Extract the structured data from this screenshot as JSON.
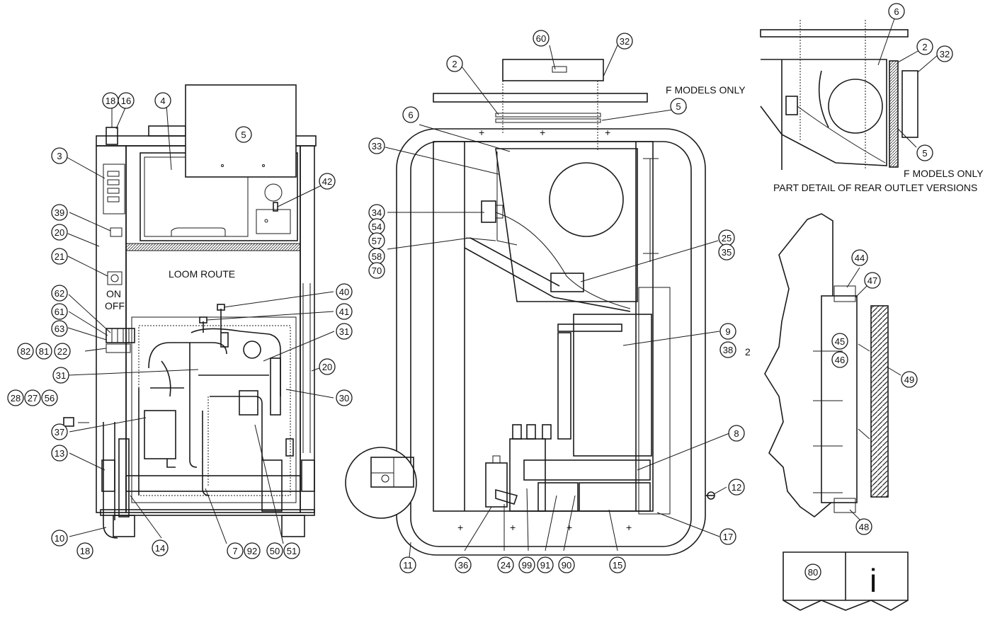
{
  "diagram": {
    "texts": {
      "loom_route": "LOOM ROUTE",
      "on": "ON",
      "off": "OFF",
      "f_models_only_top": "F MODELS ONLY",
      "f_models_only_detail": "F MODELS ONLY",
      "part_detail": "PART DETAIL OF REAR OUTLET VERSIONS",
      "stray_two": "2",
      "info_i": "i"
    },
    "callouts": [
      {
        "id": "c18a",
        "label": "18"
      },
      {
        "id": "c16",
        "label": "16"
      },
      {
        "id": "c4",
        "label": "4"
      },
      {
        "id": "c5a",
        "label": "5"
      },
      {
        "id": "c3",
        "label": "3"
      },
      {
        "id": "c39",
        "label": "39"
      },
      {
        "id": "c20a",
        "label": "20"
      },
      {
        "id": "c21",
        "label": "21"
      },
      {
        "id": "c42",
        "label": "42"
      },
      {
        "id": "c40",
        "label": "40"
      },
      {
        "id": "c41",
        "label": "41"
      },
      {
        "id": "c62",
        "label": "62"
      },
      {
        "id": "c61",
        "label": "61"
      },
      {
        "id": "c63",
        "label": "63"
      },
      {
        "id": "c82",
        "label": "82"
      },
      {
        "id": "c81",
        "label": "81"
      },
      {
        "id": "c22",
        "label": "22"
      },
      {
        "id": "c31a",
        "label": "31"
      },
      {
        "id": "c31b",
        "label": "31"
      },
      {
        "id": "c20b",
        "label": "20"
      },
      {
        "id": "c30",
        "label": "30"
      },
      {
        "id": "c28",
        "label": "28"
      },
      {
        "id": "c27",
        "label": "27"
      },
      {
        "id": "c56",
        "label": "56"
      },
      {
        "id": "c37",
        "label": "37"
      },
      {
        "id": "c13",
        "label": "13"
      },
      {
        "id": "c10",
        "label": "10"
      },
      {
        "id": "c18b",
        "label": "18"
      },
      {
        "id": "c14",
        "label": "14"
      },
      {
        "id": "c7",
        "label": "7"
      },
      {
        "id": "c92",
        "label": "92"
      },
      {
        "id": "c50",
        "label": "50"
      },
      {
        "id": "c51",
        "label": "51"
      },
      {
        "id": "c60",
        "label": "60"
      },
      {
        "id": "c32a",
        "label": "32"
      },
      {
        "id": "c2a",
        "label": "2"
      },
      {
        "id": "c5b",
        "label": "5"
      },
      {
        "id": "c6a",
        "label": "6"
      },
      {
        "id": "c33",
        "label": "33"
      },
      {
        "id": "c34",
        "label": "34"
      },
      {
        "id": "c54",
        "label": "54"
      },
      {
        "id": "c57",
        "label": "57"
      },
      {
        "id": "c58",
        "label": "58"
      },
      {
        "id": "c70",
        "label": "70"
      },
      {
        "id": "c25",
        "label": "25"
      },
      {
        "id": "c35",
        "label": "35"
      },
      {
        "id": "c9",
        "label": "9"
      },
      {
        "id": "c38",
        "label": "38"
      },
      {
        "id": "c8",
        "label": "8"
      },
      {
        "id": "c12",
        "label": "12"
      },
      {
        "id": "c17",
        "label": "17"
      },
      {
        "id": "c11",
        "label": "11"
      },
      {
        "id": "c36",
        "label": "36"
      },
      {
        "id": "c24",
        "label": "24"
      },
      {
        "id": "c99",
        "label": "99"
      },
      {
        "id": "c91",
        "label": "91"
      },
      {
        "id": "c90",
        "label": "90"
      },
      {
        "id": "c15",
        "label": "15"
      },
      {
        "id": "c6b",
        "label": "6"
      },
      {
        "id": "c2b",
        "label": "2"
      },
      {
        "id": "c32b",
        "label": "32"
      },
      {
        "id": "c5c",
        "label": "5"
      },
      {
        "id": "c44",
        "label": "44"
      },
      {
        "id": "c47",
        "label": "47"
      },
      {
        "id": "c45",
        "label": "45"
      },
      {
        "id": "c46",
        "label": "46"
      },
      {
        "id": "c49",
        "label": "49"
      },
      {
        "id": "c48",
        "label": "48"
      },
      {
        "id": "c80",
        "label": "80"
      }
    ]
  }
}
